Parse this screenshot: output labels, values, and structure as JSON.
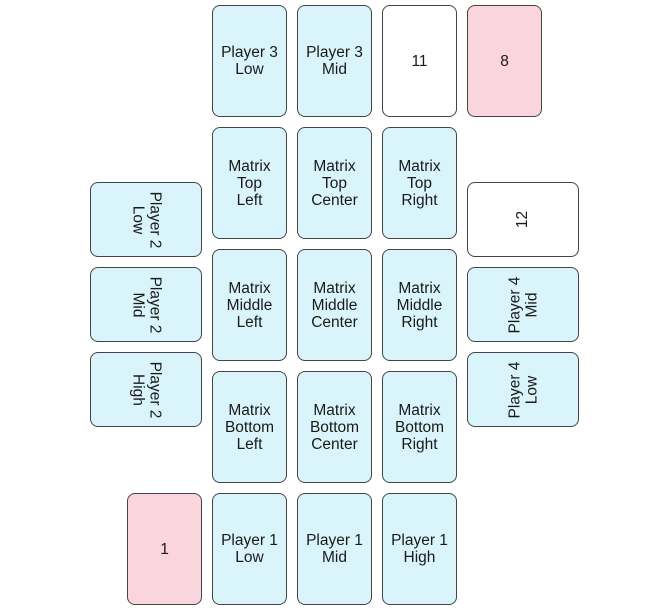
{
  "colors": {
    "card_blue": "#d9f4fb",
    "card_pink": "#fbd5de",
    "card_white": "#ffffff",
    "border": "#444444"
  },
  "player3": {
    "low": "Player 3\nLow",
    "mid": "Player 3\nMid"
  },
  "top_numbers": {
    "n11": "11",
    "n8": "8"
  },
  "matrix": {
    "top_left": "Matrix\nTop\nLeft",
    "top_center": "Matrix\nTop\nCenter",
    "top_right": "Matrix\nTop\nRight",
    "middle_left": "Matrix\nMiddle\nLeft",
    "middle_center": "Matrix\nMiddle\nCenter",
    "middle_right": "Matrix\nMiddle\nRight",
    "bottom_left": "Matrix\nBottom\nLeft",
    "bottom_center": "Matrix\nBottom\nCenter",
    "bottom_right": "Matrix\nBottom\nRight"
  },
  "player2": {
    "low": "Player 2\nLow",
    "mid": "Player 2\nMid",
    "high": "Player 2\nHigh"
  },
  "player4": {
    "mid": "Player 4\nMid",
    "low": "Player 4\nLow"
  },
  "right_number": {
    "n12": "12"
  },
  "player1": {
    "low": "Player 1\nLow",
    "mid": "Player 1\nMid",
    "high": "Player 1\nHigh"
  },
  "bottom_number": {
    "n1": "1"
  }
}
